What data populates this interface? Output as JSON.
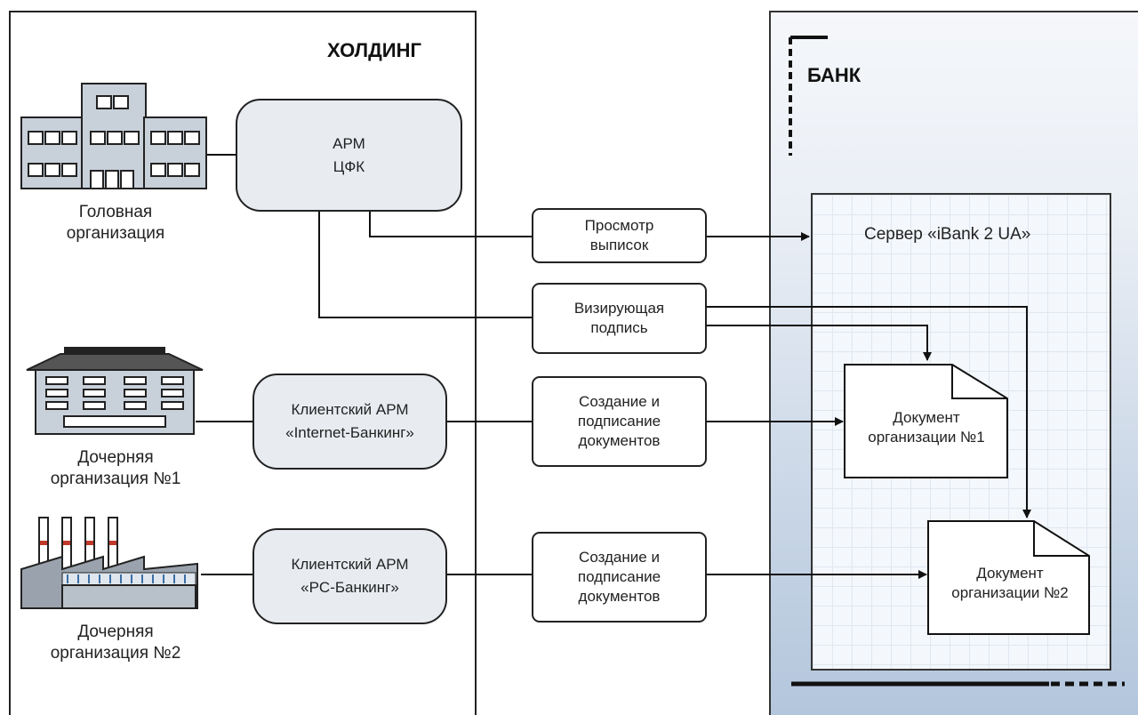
{
  "holding": {
    "title": "ХОЛДИНГ"
  },
  "bank": {
    "title": "БАНК",
    "server_title": "Сервер «iBank 2 UA»"
  },
  "orgs": [
    {
      "line1": "Головная",
      "line2": "организация"
    },
    {
      "line1": "Дочерняя",
      "line2": "организация №1"
    },
    {
      "line1": "Дочерняя",
      "line2": "организация №2"
    }
  ],
  "apps": {
    "cfk": {
      "line1": "АРМ",
      "line2": "ЦФК"
    },
    "internet": {
      "line1": "Клиентский АРМ",
      "line2": "«Internet-Банкинг»"
    },
    "pc": {
      "line1": "Клиентский АРМ",
      "line2": "«PC-Банкинг»"
    }
  },
  "actions": {
    "view": {
      "line1": "Просмотр",
      "line2": "выписок"
    },
    "visa": {
      "line1": "Визирующая",
      "line2": "подпись"
    },
    "create1": {
      "line1": "Создание и",
      "line2": "подписание",
      "line3": "документов"
    },
    "create2": {
      "line1": "Создание и",
      "line2": "подписание",
      "line3": "документов"
    }
  },
  "documents": {
    "doc1": {
      "line1": "Документ",
      "line2": "организации №1"
    },
    "doc2": {
      "line1": "Документ",
      "line2": "организации №2"
    }
  }
}
